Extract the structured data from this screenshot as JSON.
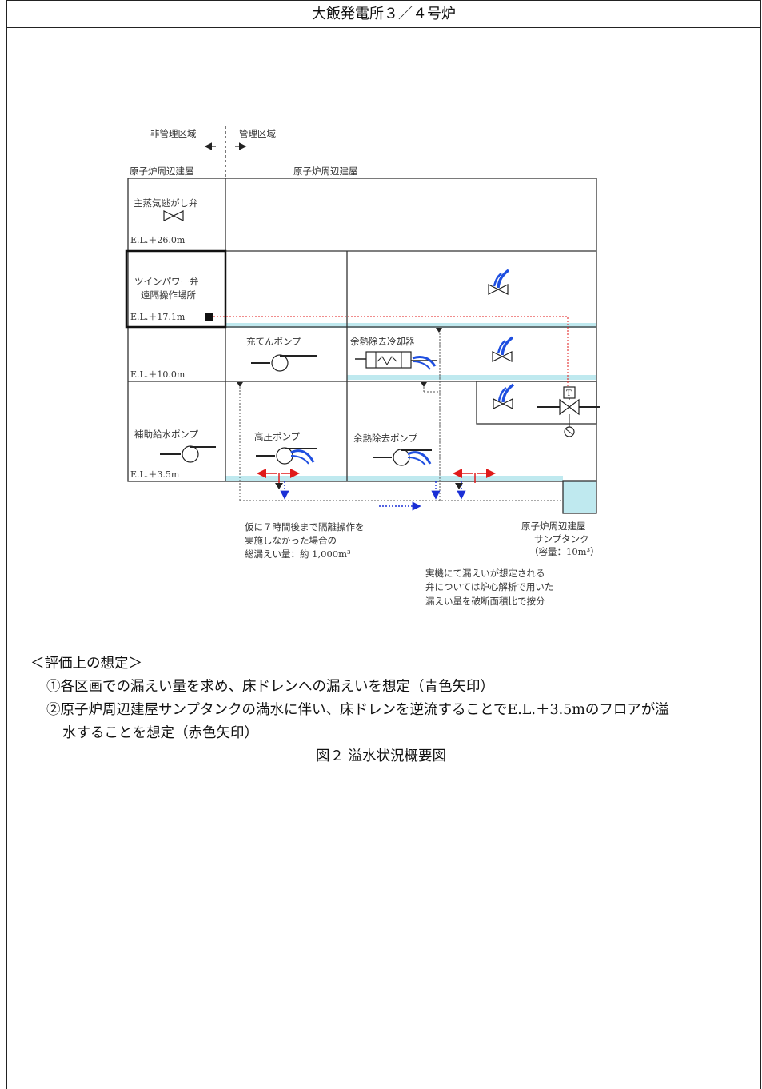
{
  "header": {
    "title": "大飯発電所３／４号炉"
  },
  "diagram": {
    "zone_left": "非管理区域",
    "zone_right": "管理区域",
    "building_left": "原子炉周辺建屋",
    "building_right": "原子炉周辺建屋",
    "main_steam_valve": "主蒸気逃がし弁",
    "el_26": "E.L.＋26.0m",
    "twin_power_line1": "ツインパワー弁",
    "twin_power_line2": "遠隔操作場所",
    "el_17": "E.L.＋17.1m",
    "charging_pump": "充てんポンプ",
    "rhr_cooler": "余熱除去冷却器",
    "el_10": "E.L.＋10.0m",
    "aux_feed_pump": "補助給水ポンプ",
    "hp_pump": "高圧ポンプ",
    "rhr_pump": "余熱除去ポンプ",
    "el_3_5": "E.L.＋3.5m",
    "leak_note_1": "仮に７時間後まで隔離操作を",
    "leak_note_2": "実施しなかった場合の",
    "leak_note_3": "総漏えい量：約 1,000m³",
    "sump_1": "原子炉周辺建屋",
    "sump_2": "サンプタンク",
    "sump_3": "（容量：10m³）",
    "actual_1": "実機にて漏えいが想定される",
    "actual_2": "弁については炉心解析で用いた",
    "actual_3": "漏えい量を破断面積比で按分",
    "valve_t_label": "T",
    "colors": {
      "water": "#bfe9ef",
      "blue_arrow": "#1a2fd6",
      "red": "#e01a1a",
      "leak_blue": "#1f4fe0"
    }
  },
  "notes": {
    "heading": "＜評価上の想定＞",
    "item1": "①各区画での漏えい量を求め、床ドレンへの漏えいを想定（青色矢印）",
    "item2a": "②原子炉周辺建屋サンプタンクの満水に伴い、床ドレンを逆流することでE.L.＋3.5mのフロアが溢",
    "item2b": "水することを想定（赤色矢印）"
  },
  "caption": "図２ 溢水状況概要図"
}
